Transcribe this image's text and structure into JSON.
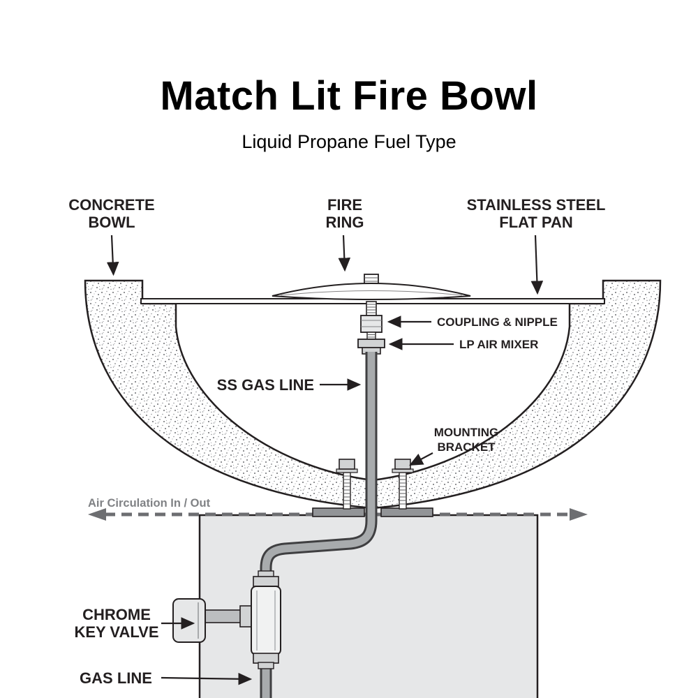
{
  "header": {
    "title": "Match Lit Fire Bowl",
    "subtitle": "Liquid Propane Fuel Type"
  },
  "callouts": {
    "concrete_bowl": {
      "line1": "CONCRETE",
      "line2": "BOWL"
    },
    "fire_ring": {
      "line1": "FIRE",
      "line2": "RING"
    },
    "flat_pan": {
      "line1": "STAINLESS STEEL",
      "line2": "FLAT PAN"
    },
    "coupling_nipple": {
      "label": "COUPLING & NIPPLE"
    },
    "lp_air_mixer": {
      "label": "LP AIR MIXER"
    },
    "ss_gas_line": {
      "label": "SS GAS LINE"
    },
    "mounting_bracket": {
      "line1": "MOUNTING",
      "line2": "BRACKET"
    },
    "air_circulation": {
      "label": "Air Circulation In / Out"
    },
    "chrome_key_valve": {
      "line1": "CHROME",
      "line2": "KEY VALVE"
    },
    "gas_line": {
      "label": "GAS LINE"
    }
  },
  "colors": {
    "text": "#231f20",
    "air_label": "#808285",
    "air_arrow": "#6d6e71",
    "pipe_fill": "#a8abad",
    "pipe_outline": "#3f3f41",
    "base_fill": "#e6e7e8",
    "bracket_fill": "#929497",
    "fitting_fill": "#d1d3d4",
    "background": "#ffffff"
  }
}
